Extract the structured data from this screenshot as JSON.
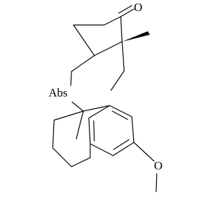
{
  "molecule": {
    "atom_labels": {
      "ketone_oxygen": "O",
      "bridging_ether": "Abs",
      "methoxy_oxygen": "O"
    }
  }
}
